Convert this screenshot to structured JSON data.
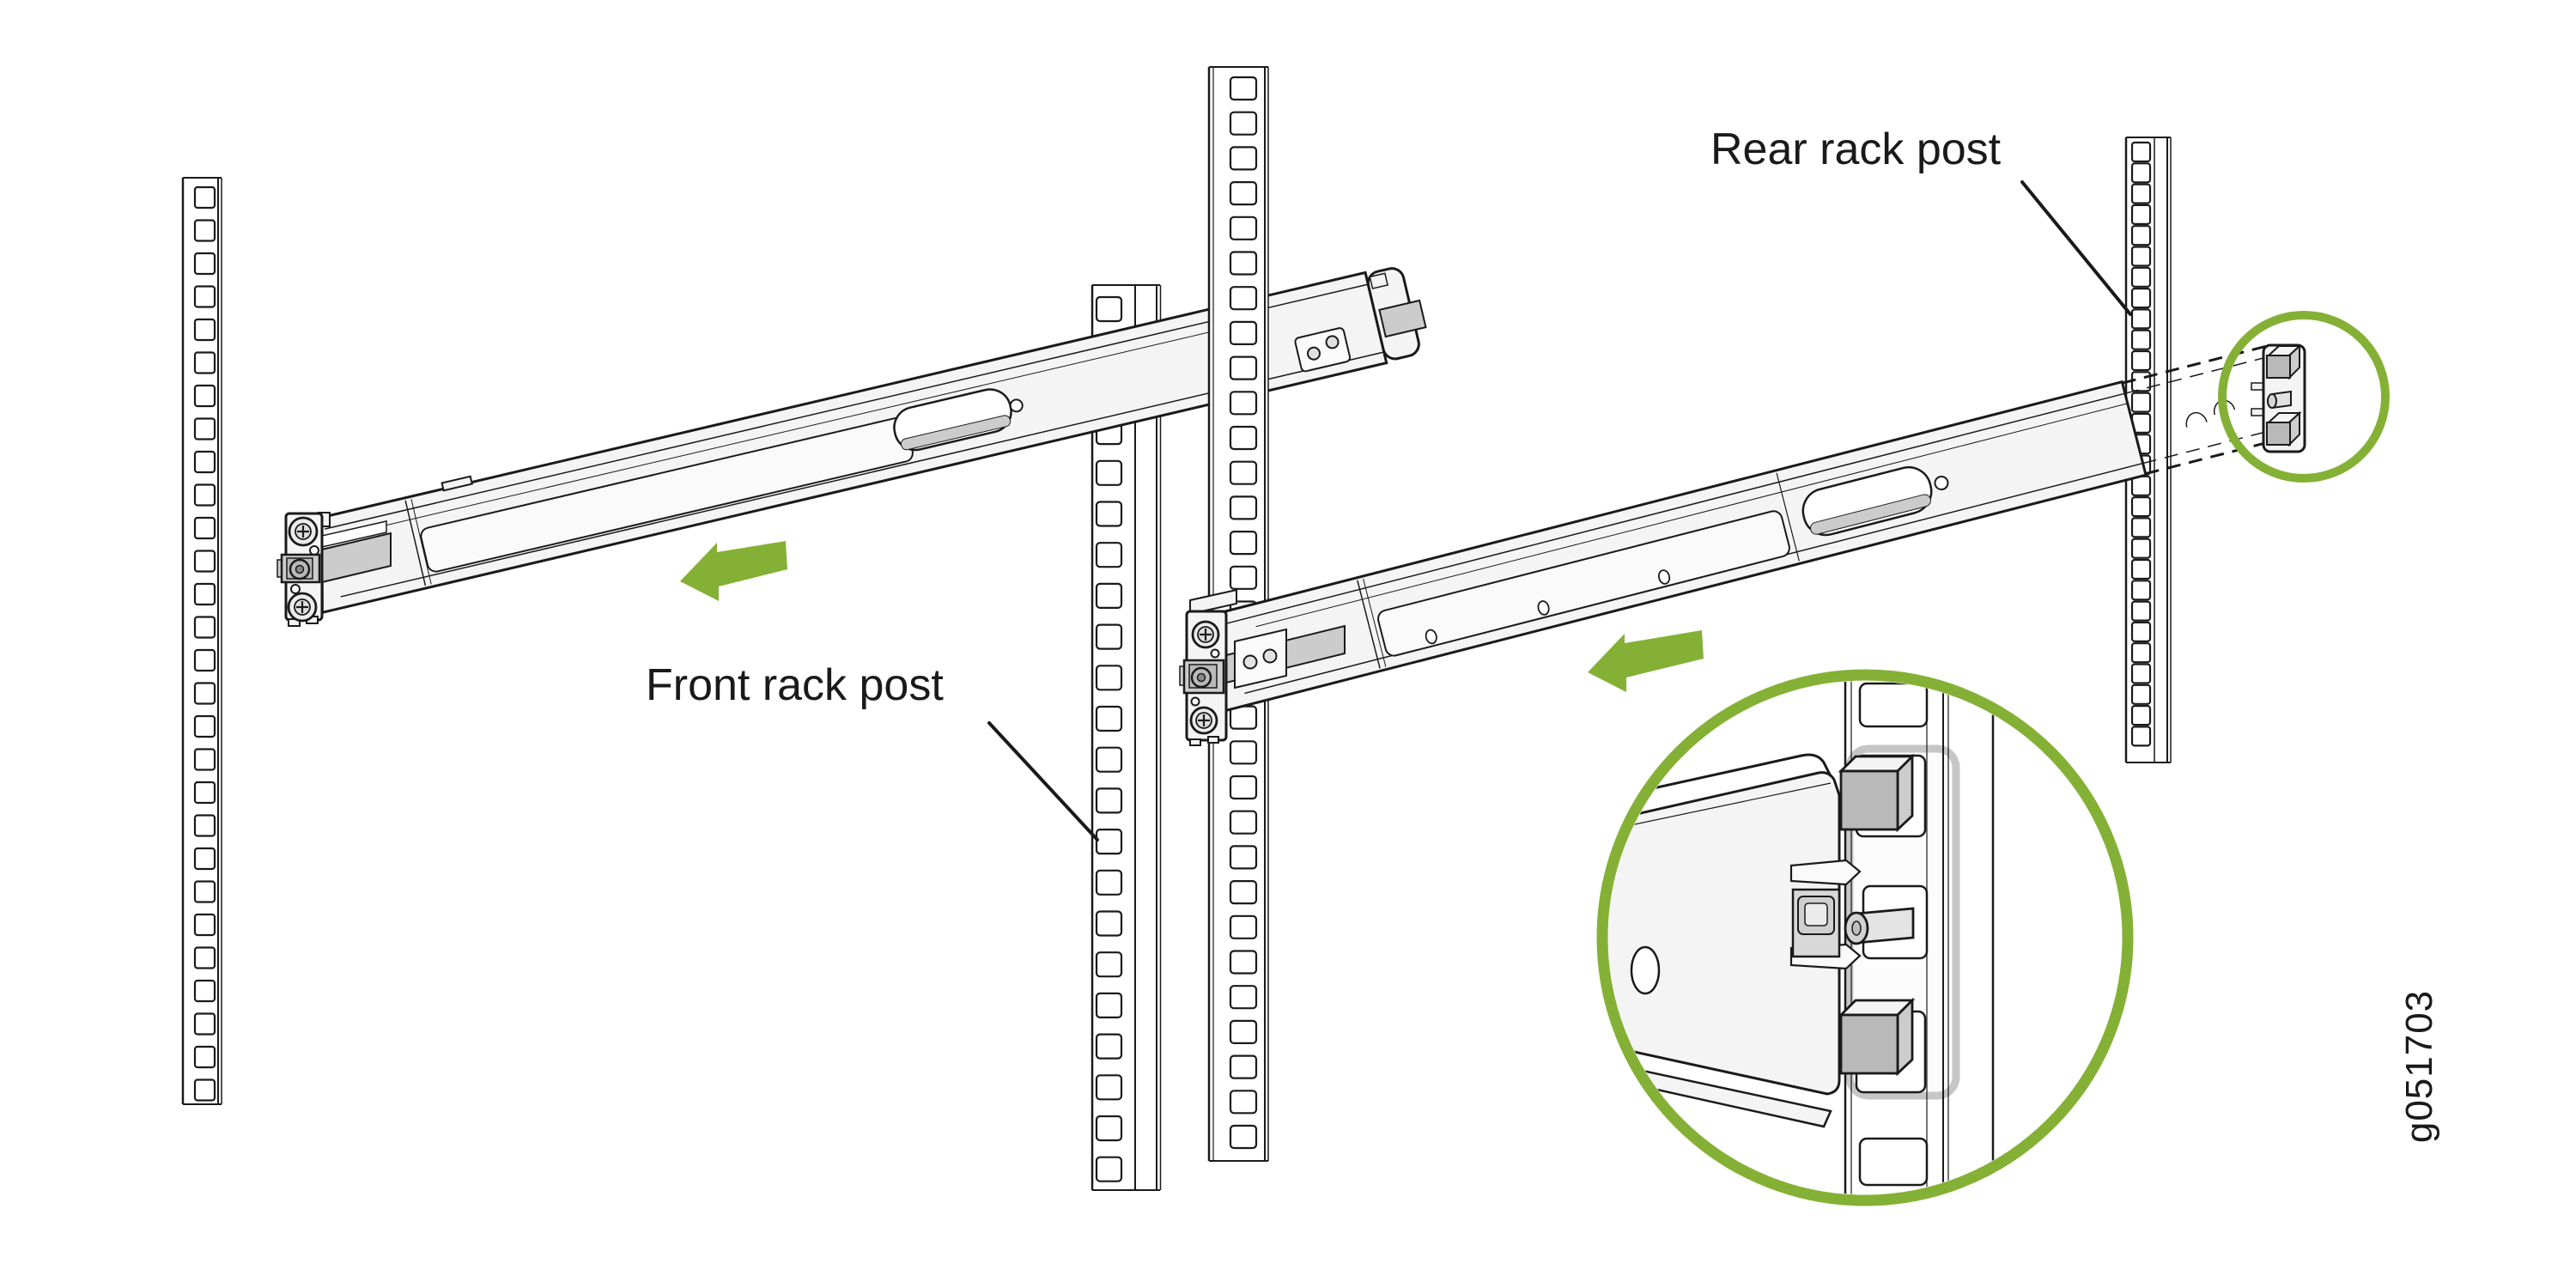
{
  "figure": {
    "figure_id": "g051703",
    "labels": {
      "rear_rack_post": "Rear rack post",
      "front_rack_post": "Front rack post"
    },
    "colors": {
      "background": "#ffffff",
      "outline": "#1a1a1a",
      "accent_green": "#84b135",
      "rail_fill": "#f4f4f4",
      "panel_fill": "#fafafa",
      "metal_gray": "#cccccc",
      "metal_gray_dark": "#b9b9b9"
    },
    "annotations": {
      "slide_arrows": [
        "left-rail-slide-arrow",
        "right-rail-slide-arrow"
      ],
      "callouts": [
        "rear-latch-highlight-circle",
        "rear-latch-magnified-view"
      ]
    }
  }
}
